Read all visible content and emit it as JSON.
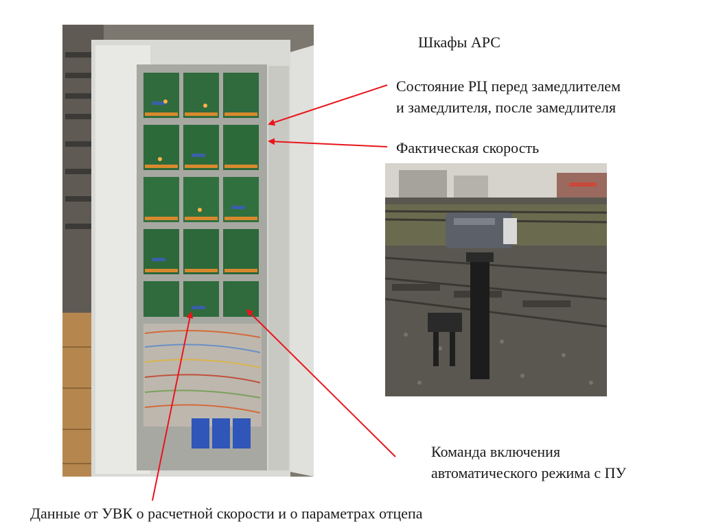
{
  "slide": {
    "title": "Шкафы АРС",
    "labels": {
      "rc_state_line1": "Состояние РЦ перед замедлителем",
      "rc_state_line2": "и замедлителя, после замедлителя",
      "actual_speed": "Фактическая скорость",
      "command_line1": "Команда включения",
      "command_line2": "автоматического режима с ПУ",
      "uvk_data": "Данные от УВК о расчетной скорости и о параметрах отцепа"
    }
  },
  "colors": {
    "arrow": "#e8151b",
    "text": "#1a1a1a",
    "background": "#ffffff"
  }
}
